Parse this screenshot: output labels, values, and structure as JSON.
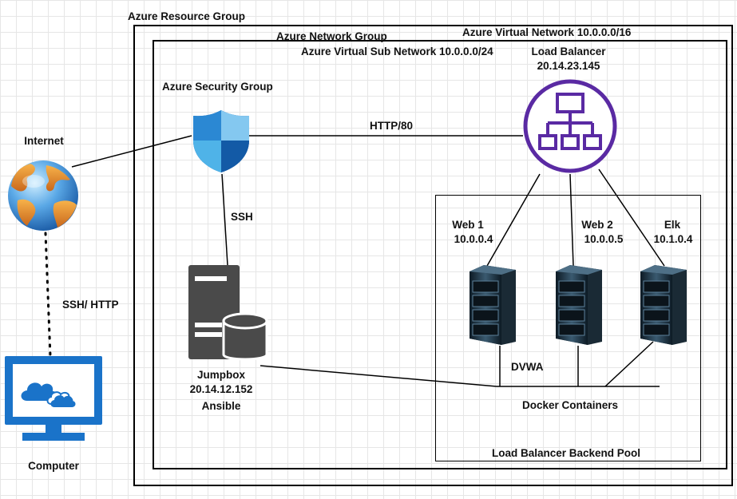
{
  "groups": {
    "resource_group": "Azure Resource Group",
    "network_group": "Azure Network Group",
    "virtual_network": "Azure Virtual Network 10.0.0.0/16",
    "subnet": "Azure Virtual Sub Network 10.0.0.0/24",
    "backend_pool": "Load Balancer Backend Pool"
  },
  "nodes": {
    "internet": {
      "label": "Internet",
      "icon": "globe-icon"
    },
    "computer": {
      "label": "Computer",
      "icon": "monitor-cloud-icon"
    },
    "security_group": {
      "label": "Azure Security Group",
      "icon": "shield-icon"
    },
    "load_balancer": {
      "title": "Load Balancer",
      "ip": "20.14.23.145",
      "icon": "load-balancer-icon"
    },
    "jumpbox": {
      "title": "Jumpbox",
      "ip": "20.14.12.152",
      "sub": "Ansible",
      "icon": "server-database-icon"
    },
    "web1": {
      "title": "Web 1",
      "ip": "10.0.0.4",
      "icon": "server-rack-icon"
    },
    "web2": {
      "title": "Web 2",
      "ip": "10.0.0.5",
      "icon": "server-rack-icon"
    },
    "elk": {
      "title": "Elk",
      "ip": "10.1.0.4",
      "icon": "server-rack-icon"
    }
  },
  "connections": {
    "ssh_http": "SSH/ HTTP",
    "http80": "HTTP/80",
    "ssh": "SSH",
    "dvwa": "DVWA",
    "docker": "Docker Containers"
  },
  "colors": {
    "load_balancer": "#5a2aa3",
    "shield_light": "#4fb3e8",
    "shield_dark": "#1564b8",
    "monitor": "#1a73c9",
    "server_dark": "#4a4a4a"
  }
}
